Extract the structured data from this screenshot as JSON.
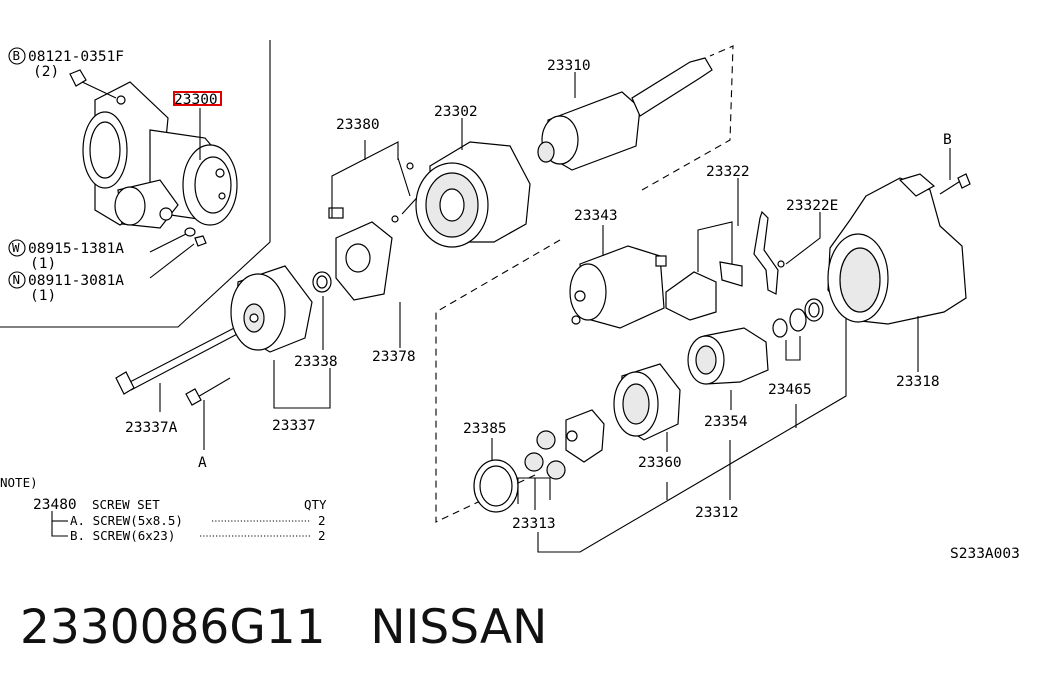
{
  "parts": {
    "bolt_b": "08121-0351F",
    "bolt_b_qty": "(2)",
    "bolt_b_marker": "B",
    "highlighted": "23300",
    "washer": "08915-1381A",
    "washer_qty": "(1)",
    "washer_marker": "W",
    "nut": "08911-3081A",
    "nut_qty": "(1)",
    "nut_marker": "N",
    "brush_holder_kit": "23380",
    "yoke": "23302",
    "armature": "23310",
    "plate": "23378",
    "bushing": "23338",
    "through_bolt": "23337A",
    "rear_cover_set": "23337",
    "screw_ref_a": "A",
    "solenoid": "23343",
    "dust_cover": "23322",
    "lever": "23322E",
    "gear_case": "23318",
    "case_bolt_ref": "B",
    "washer_set": "23465",
    "pinion": "23354",
    "clutch": "23360",
    "planetary_assy": "23312",
    "gasket": "23385",
    "planet_gears": "23313"
  },
  "note": {
    "heading": "NOTE)",
    "part_no": "23480",
    "desc": "SCREW SET",
    "qty_header": "QTY",
    "items": [
      {
        "label": "A. SCREW(5x8.5)",
        "qty": "2"
      },
      {
        "label": "B. SCREW(6x23)",
        "qty": "2"
      }
    ]
  },
  "diagram_code": "S233A003",
  "footer": {
    "part_number": "2330086G11",
    "brand": "NISSAN"
  },
  "colors": {
    "highlight": "#e00000",
    "ink": "#000000"
  }
}
